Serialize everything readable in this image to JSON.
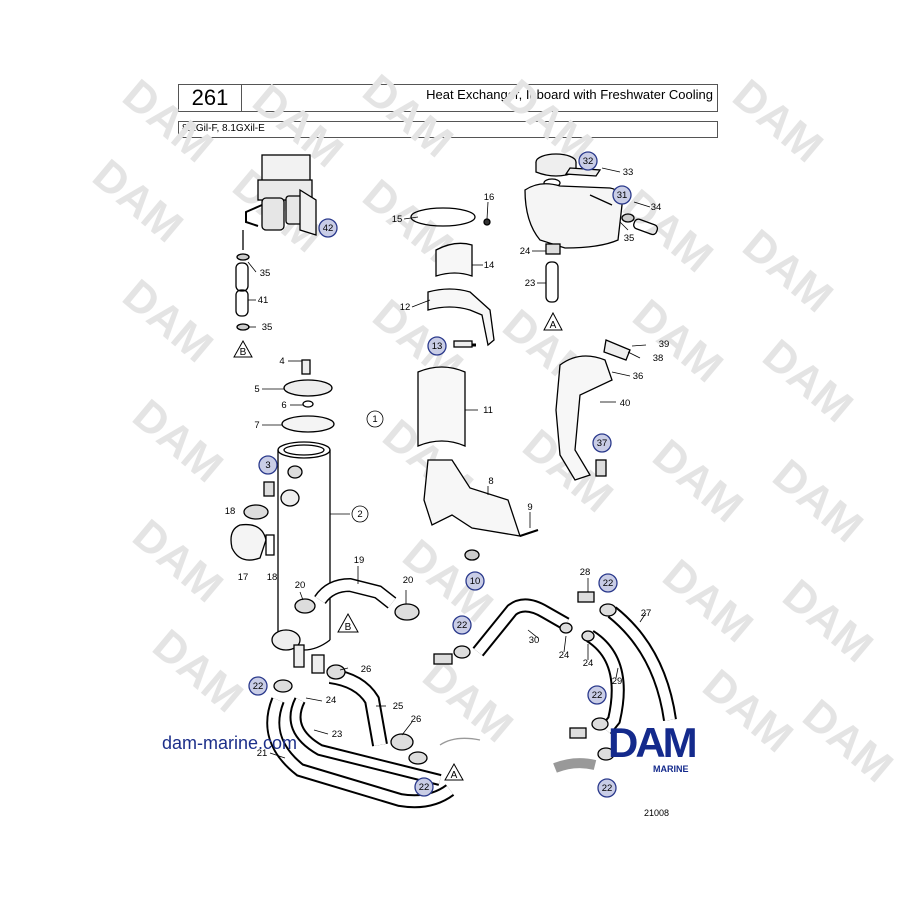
{
  "header": {
    "page_number": "261",
    "title": "Heat Exchanger, Inboard with Freshwater Cooling",
    "models": "8.1Gil-F, 8.1GXil-E"
  },
  "watermark": "DAM",
  "footer": {
    "website": "dam-marine.com",
    "brand": "DAM",
    "brand_sub": "MARINE",
    "figure_number": "21008"
  },
  "callouts": {
    "c1": "1",
    "c2": "2",
    "c3": "3",
    "c4": "4",
    "c5": "5",
    "c6": "6",
    "c7": "7",
    "c8": "8",
    "c9": "9",
    "c10": "10",
    "c11": "11",
    "c12": "12",
    "c13": "13",
    "c14": "14",
    "c15": "15",
    "c16": "16",
    "c17": "17",
    "c18a": "18",
    "c18b": "18",
    "c19": "19",
    "c20a": "20",
    "c20b": "20",
    "c21": "21",
    "c22a": "22",
    "c22b": "22",
    "c22c": "22",
    "c22d": "22",
    "c22e": "22",
    "c22f": "22",
    "c23a": "23",
    "c23b": "23",
    "c24a": "24",
    "c24b": "24",
    "c24c": "24",
    "c24d": "24",
    "c25": "25",
    "c26a": "26",
    "c26b": "26",
    "c27": "27",
    "c28": "28",
    "c29": "29",
    "c30": "30",
    "c31": "31",
    "c32": "32",
    "c33": "33",
    "c34": "34",
    "c35a": "35",
    "c35b": "35",
    "c35c": "35",
    "c36": "36",
    "c37": "37",
    "c38": "38",
    "c39": "39",
    "c40": "40",
    "c41": "41",
    "c42": "42",
    "refA1": "A",
    "refA2": "A",
    "refB1": "B",
    "refB2": "B"
  }
}
